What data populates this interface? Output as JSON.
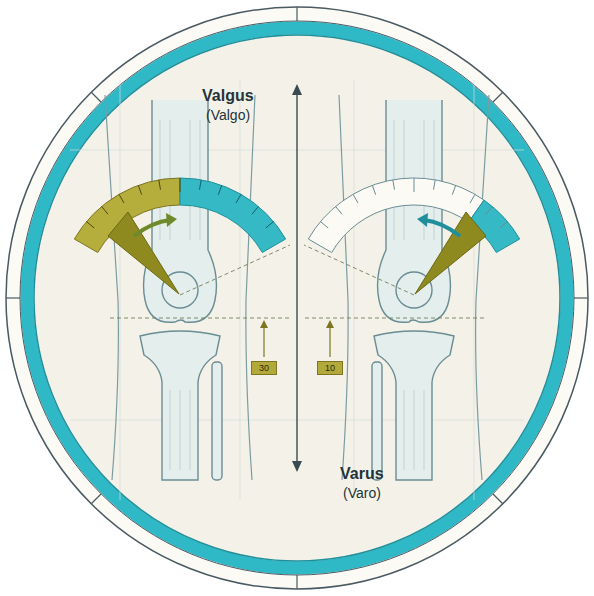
{
  "diagram": {
    "nodes": [
      {
        "text": [
          "30"
        ]
      },
      {
        "text": [
          "10"
        ]
      }
    ],
    "labels": [
      "Valgus",
      "(Valgo)",
      "Varus",
      "(Varo)"
    ]
  }
}
